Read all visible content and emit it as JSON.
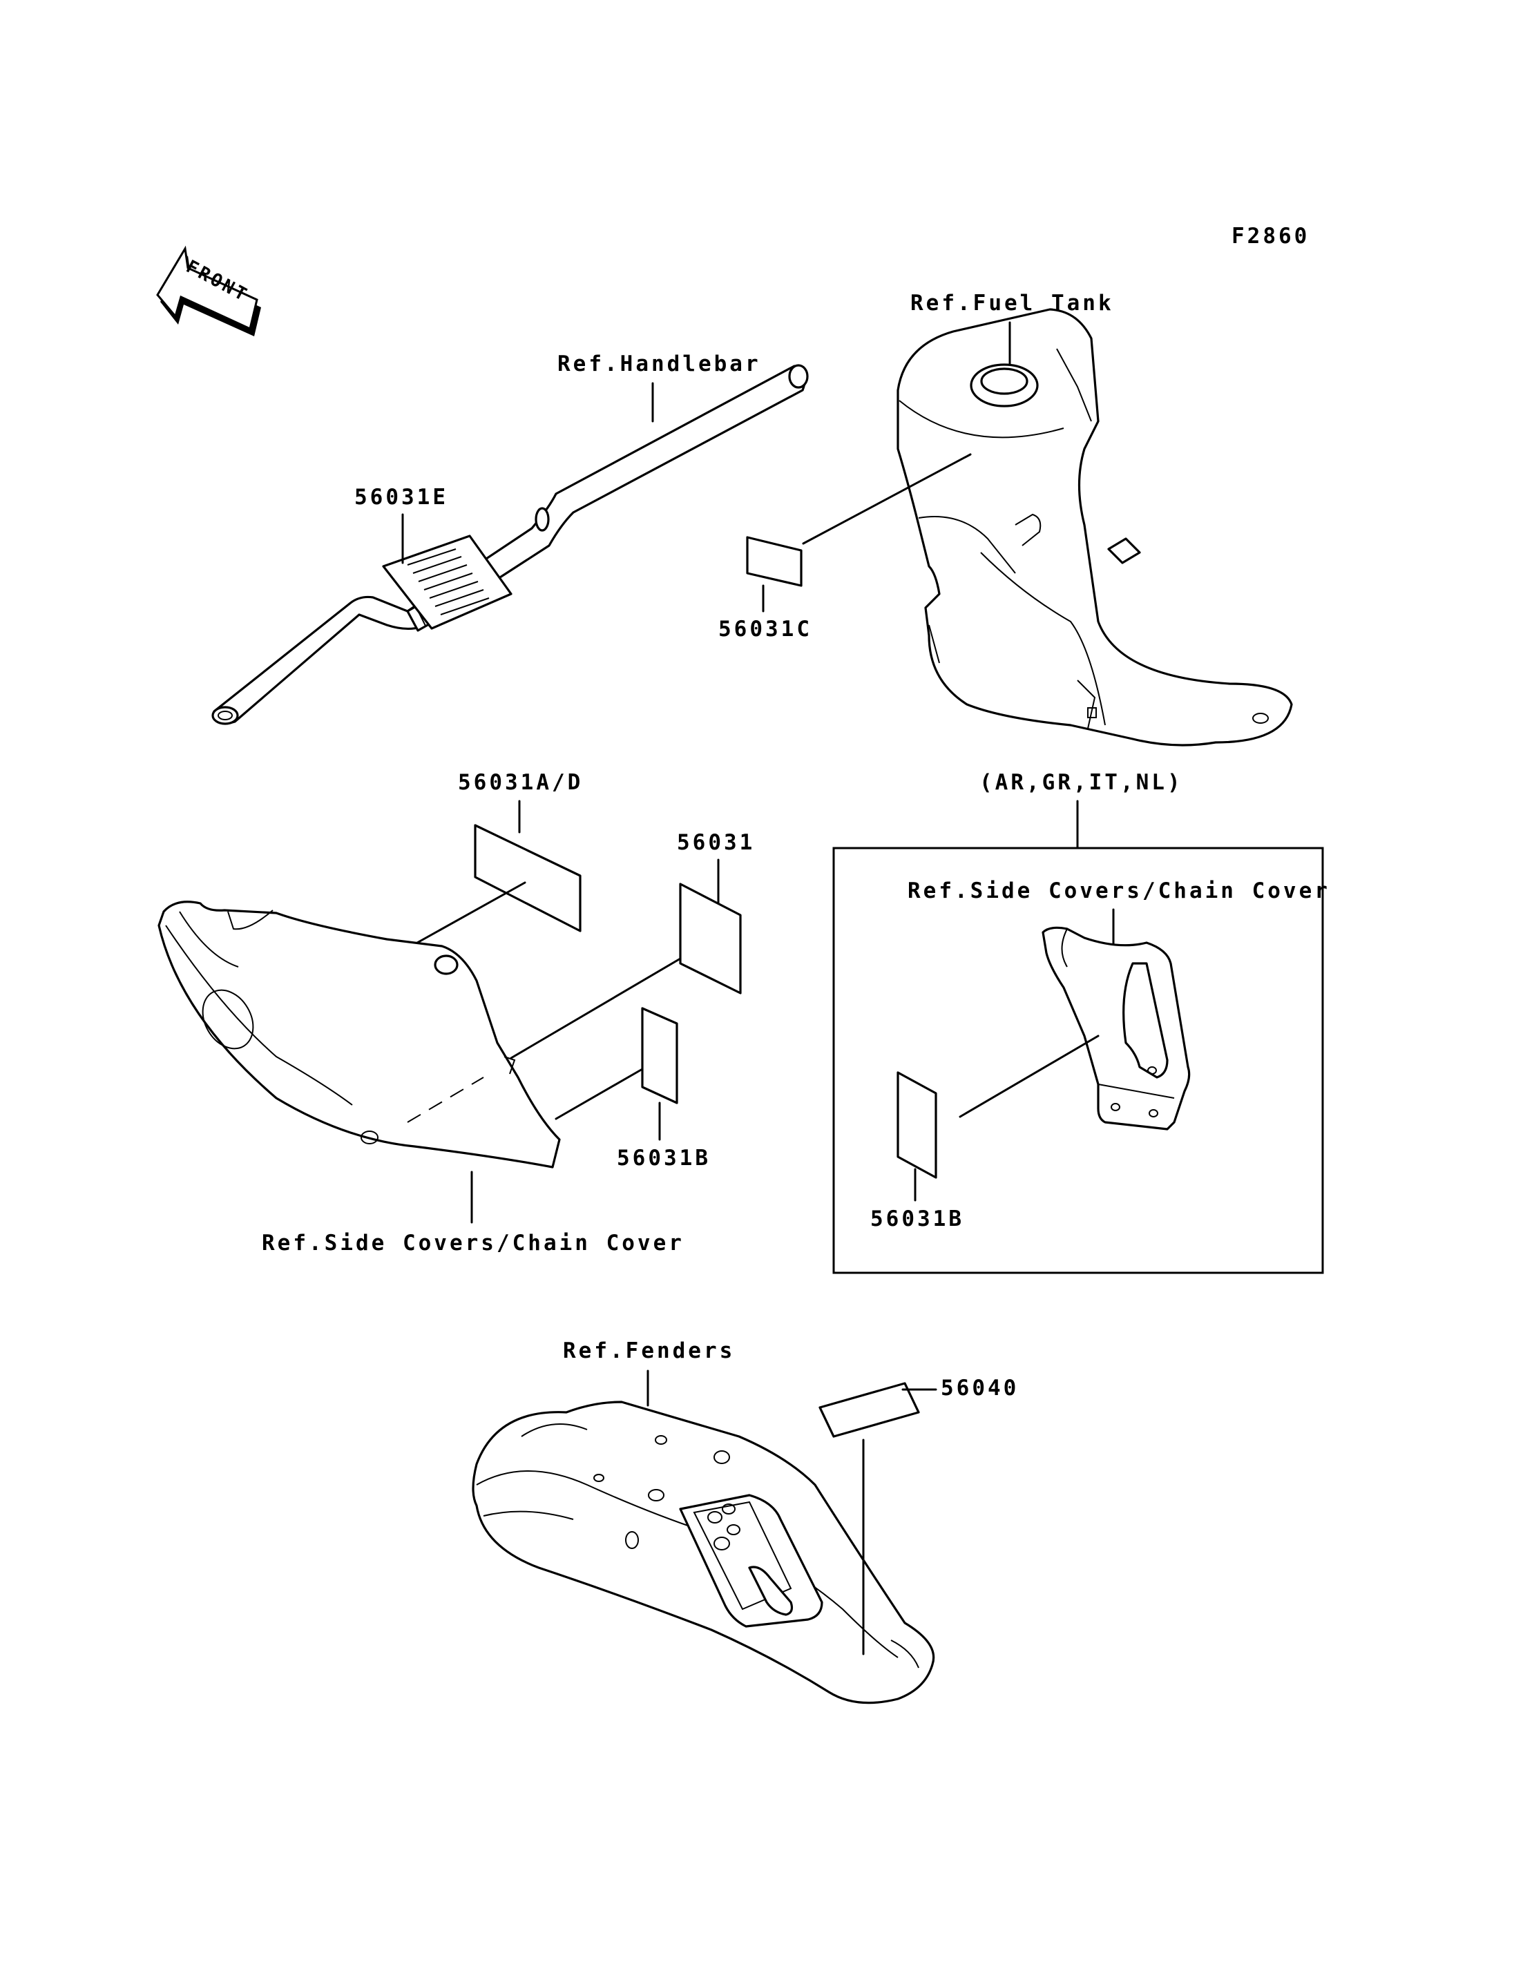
{
  "figure_code": "F2860",
  "front_badge": "FRONT",
  "labels": {
    "ref_handlebar": "Ref.Handlebar",
    "ref_fuel_tank": "Ref.Fuel Tank",
    "part_56031E": "56031E",
    "part_56031C": "56031C",
    "part_56031AD": "56031A/D",
    "part_56031": "56031",
    "part_56031B_left": "56031B",
    "ref_side_covers_left": "Ref.Side Covers/Chain Cover",
    "region_variants": "(AR,GR,IT,NL)",
    "ref_side_covers_box": "Ref.Side Covers/Chain Cover",
    "part_56031B_box": "56031B",
    "ref_fenders": "Ref.Fenders",
    "part_56040": "56040"
  }
}
